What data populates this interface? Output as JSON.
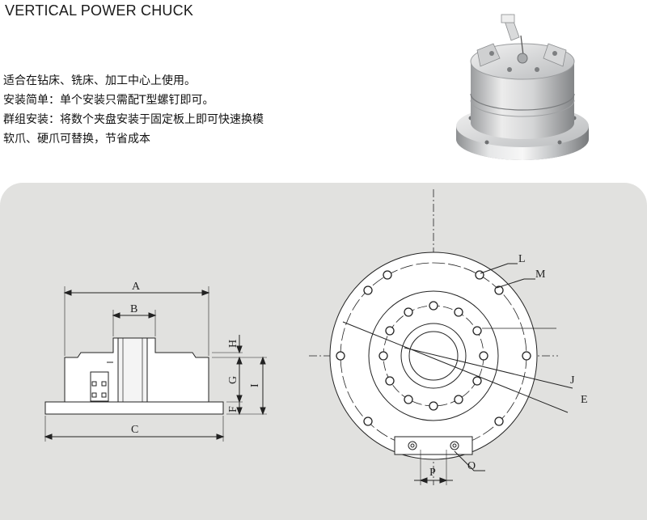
{
  "page": {
    "title": "VERTICAL POWER CHUCK",
    "features": [
      "适合在钻床、铣床、加工中心上使用。",
      "安装简单：单个安装只需配T型螺钉即可。",
      "群组安装：将数个夹盘安装于固定板上即可快速换模",
      "软爪、硬爪可替换，节省成本"
    ]
  },
  "drawing": {
    "side_view_labels": {
      "A": "A",
      "B": "B",
      "C": "C",
      "H": "H",
      "G": "G",
      "I": "I",
      "F": "F"
    },
    "top_view_labels": {
      "L": "L",
      "M": "M",
      "J": "J",
      "E": "E",
      "P": "P",
      "O": "O"
    }
  }
}
